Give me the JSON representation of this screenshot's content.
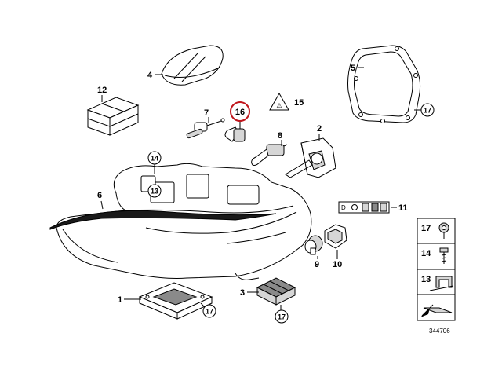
{
  "callouts": {
    "c1": "1",
    "c2": "2",
    "c3": "3",
    "c4": "4",
    "c5": "5",
    "c6": "6",
    "c7": "7",
    "c8": "8",
    "c9": "9",
    "c10": "10",
    "c11": "11",
    "c12": "12",
    "c13_main": "13",
    "c14_main": "14",
    "c15": "15",
    "c16": "16",
    "c17_gasket": "17",
    "c17_module": "17",
    "c17_ballast": "17"
  },
  "legend": {
    "item_17": "17",
    "item_14": "14",
    "item_13": "13"
  },
  "diagram_number": "344706",
  "warning_label_text": "D",
  "colors": {
    "highlight": "#c0151b",
    "line": "#000000",
    "fill_light": "#d6d6d6",
    "fill_dark": "#8a8a8a"
  }
}
